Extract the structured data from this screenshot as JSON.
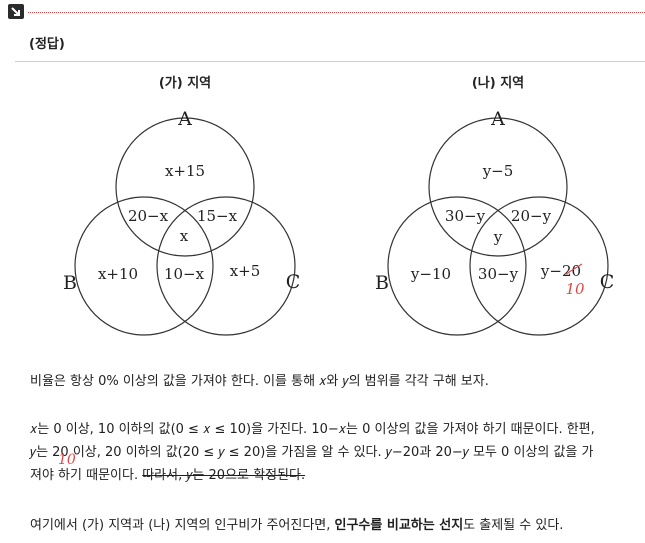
{
  "heading": "(정답)",
  "venn_left": {
    "title": "(가) 지역",
    "labels": {
      "a": "A",
      "b": "B",
      "c": "C"
    },
    "regions": {
      "a_only": "x+15",
      "ab": "20−x",
      "ac": "15−x",
      "abc": "x",
      "b_only": "x+10",
      "bc": "10−x",
      "c_only": "x+5"
    }
  },
  "venn_right": {
    "title": "(나) 지역",
    "labels": {
      "a": "A",
      "b": "B",
      "c": "C"
    },
    "regions": {
      "a_only": "y−5",
      "ab": "30−y",
      "ac": "20−y",
      "abc": "y",
      "b_only": "y−10",
      "bc": "30−y",
      "c_only": "y−20"
    },
    "correction": "10"
  },
  "paragraphs": {
    "p1": "비율은 항상 0% 이상의 값을 가져야 한다. 이를 통해 𝑥와 𝑦의 범위를 각각 구해 보자.",
    "p2_line1": "𝑥는 0 이상, 10 이하의 값(0 ≤ 𝑥 ≤ 10)을 가진다. 10−𝑥는 0 이상의 값을 가져야 하기 때문이다. 한편,",
    "p2_line2": "𝑦는 20 이상, 20 이하의 값(20 ≤ 𝑦 ≤ 20)을 가짐을 알 수 있다. 𝑦−20과 20−𝑦 모두 0 이상의 값을 가",
    "p2_line3_a": "져야 하기 때문이다. ",
    "p2_line3_strike": "따라서, 𝑦는 20으로 확정된다.",
    "p3_a": "여기에서 (가) 지역과 (나) 지역의 인구비가 주어진다면, ",
    "p3_bold": "인구수를 비교하는 선지",
    "p3_c": "도 출제될 수 있다.",
    "handwritten_note": "10"
  }
}
